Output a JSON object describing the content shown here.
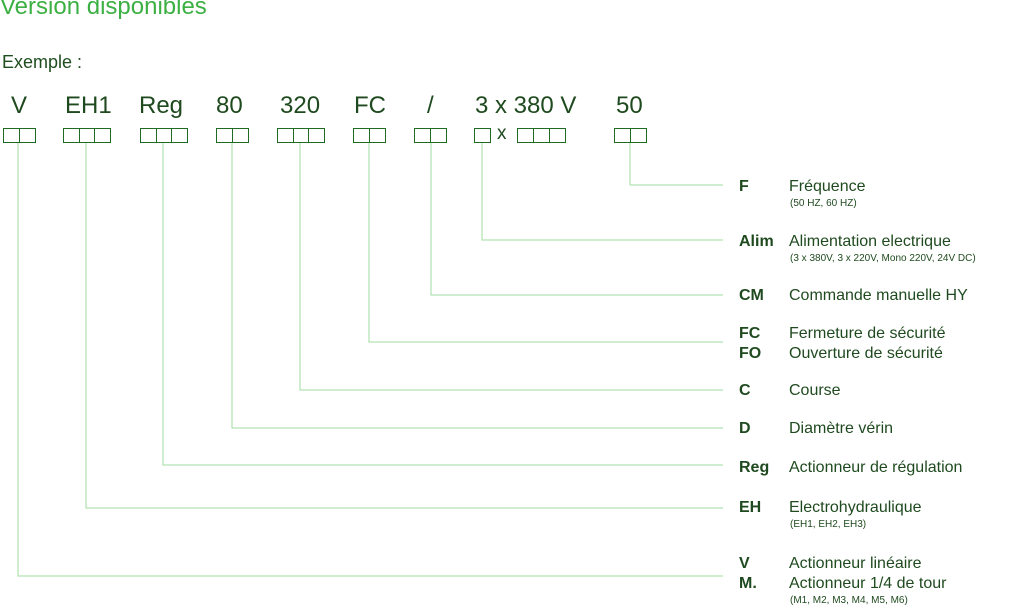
{
  "header": {
    "title": "Version disponibles",
    "example_label": "Exemple :"
  },
  "codes": [
    "V",
    "EH1",
    "Reg",
    "80",
    "320",
    "FC",
    "/",
    "3 x 380 V",
    "50"
  ],
  "separator": "x",
  "legend": [
    {
      "abbr": "F",
      "label": "Fréquence",
      "sub": "(50 HZ, 60 HZ)"
    },
    {
      "abbr": "Alim",
      "label": "Alimentation electrique",
      "sub": "(3 x 380V, 3 x 220V, Mono 220V, 24V DC)"
    },
    {
      "abbr": "CM",
      "label": "Commande manuelle HY"
    },
    {
      "abbr": "FC",
      "label": "Fermeture de sécurité"
    },
    {
      "abbr": "FO",
      "label": "Ouverture de sécurité"
    },
    {
      "abbr": "C",
      "label": "Course"
    },
    {
      "abbr": "D",
      "label": "Diamètre vérin"
    },
    {
      "abbr": "Reg",
      "label": "Actionneur de régulation"
    },
    {
      "abbr": "EH",
      "label": "Electrohydraulique",
      "sub": "(EH1, EH2, EH3)"
    },
    {
      "abbr": "V",
      "label": "Actionneur linéaire"
    },
    {
      "abbr": "M.",
      "label": "Actionneur 1/4 de tour",
      "sub": "(M1, M2, M3, M4, M5, M6)"
    }
  ],
  "colors": {
    "title": "#3cb043",
    "text": "#1f4a1f",
    "box": "#1f6b24",
    "line": "#9fdd9f"
  }
}
